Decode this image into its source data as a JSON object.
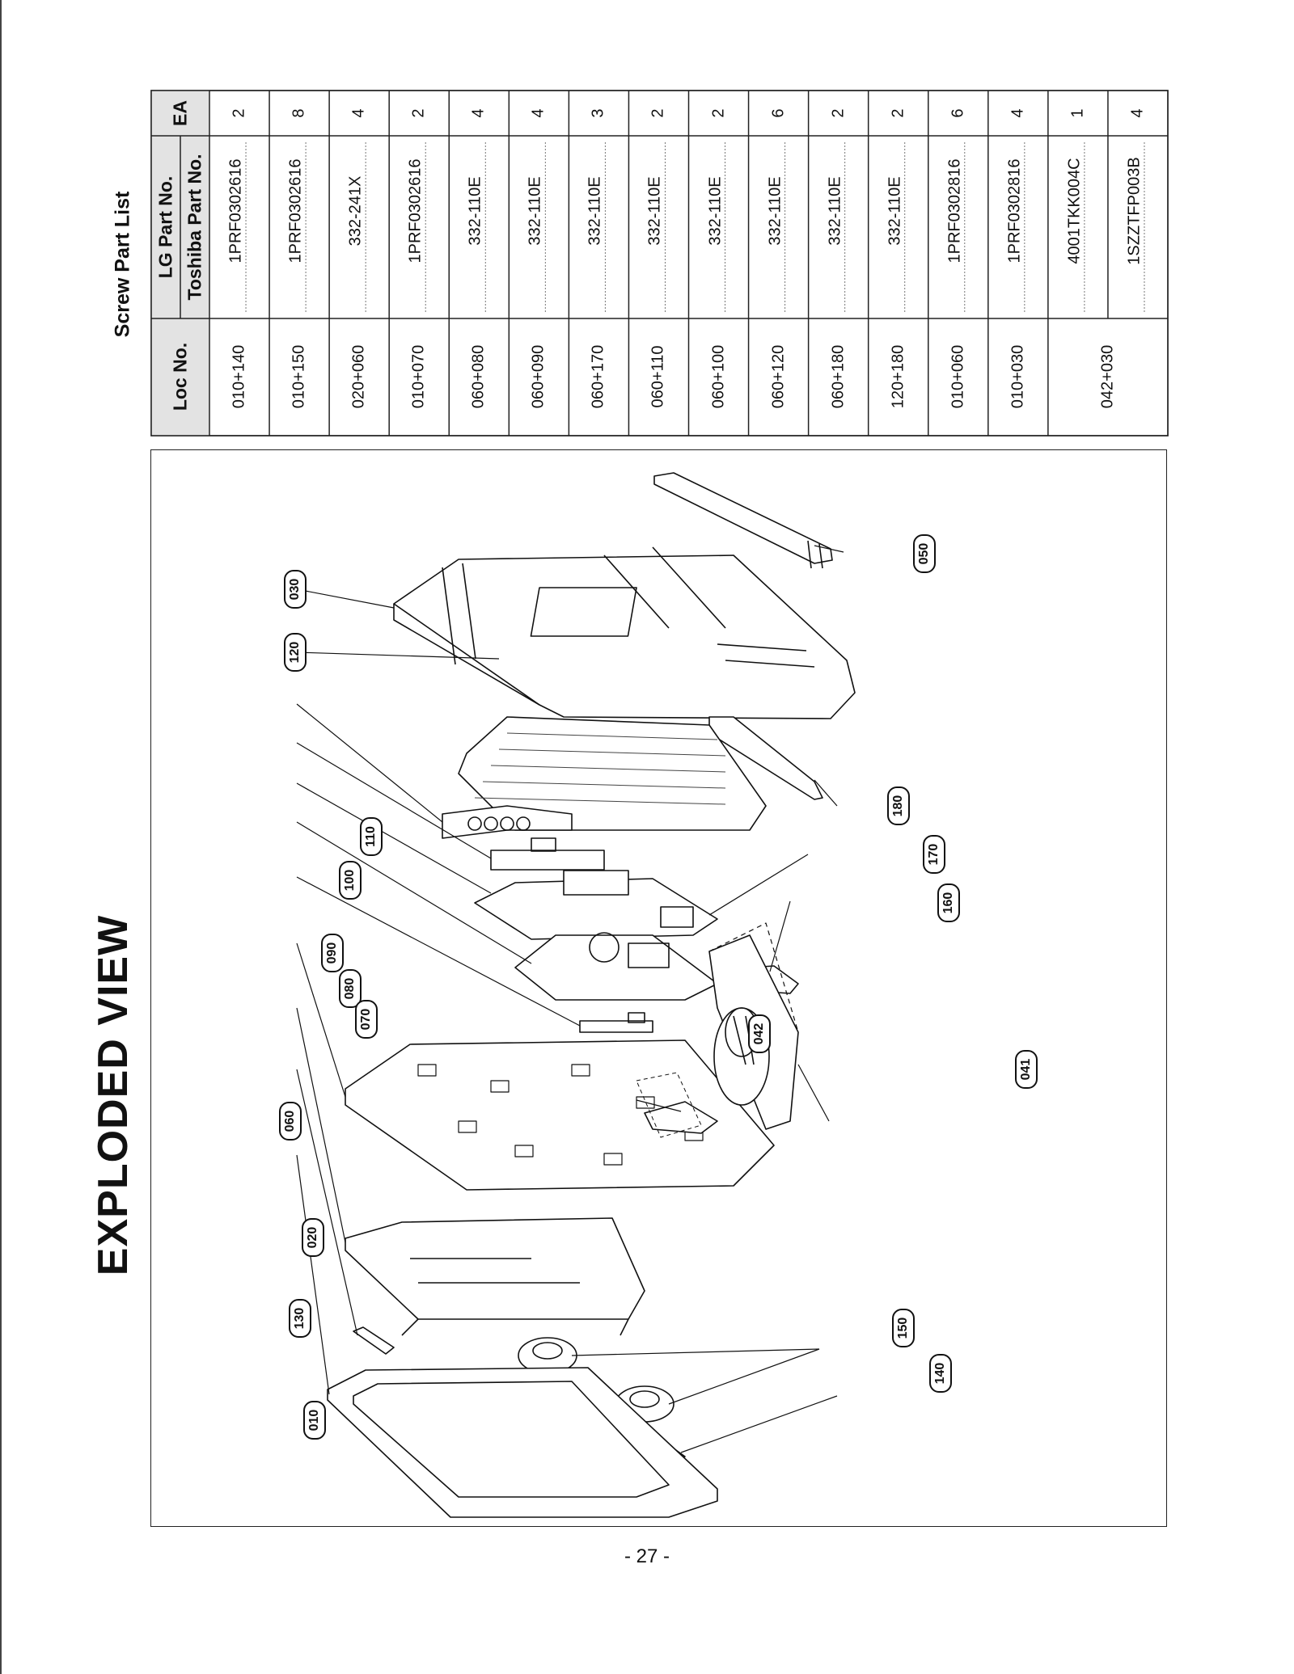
{
  "page_title": "EXPLODED VIEW",
  "screw_list": {
    "title": "Screw Part List",
    "headers": {
      "loc": "Loc No.",
      "lg": "LG Part No.",
      "toshiba": "Toshiba Part No.",
      "ea": "EA"
    },
    "rows": [
      {
        "loc": "010+140",
        "part": "1PRF0302616",
        "ea": "2"
      },
      {
        "loc": "010+150",
        "part": "1PRF0302616",
        "ea": "8"
      },
      {
        "loc": "020+060",
        "part": "332-241X",
        "ea": "4"
      },
      {
        "loc": "010+070",
        "part": "1PRF0302616",
        "ea": "2"
      },
      {
        "loc": "060+080",
        "part": "332-110E",
        "ea": "4"
      },
      {
        "loc": "060+090",
        "part": "332-110E",
        "ea": "4"
      },
      {
        "loc": "060+170",
        "part": "332-110E",
        "ea": "3"
      },
      {
        "loc": "060+110",
        "part": "332-110E",
        "ea": "2"
      },
      {
        "loc": "060+100",
        "part": "332-110E",
        "ea": "2"
      },
      {
        "loc": "060+120",
        "part": "332-110E",
        "ea": "6"
      },
      {
        "loc": "060+180",
        "part": "332-110E",
        "ea": "2"
      },
      {
        "loc": "120+180",
        "part": "332-110E",
        "ea": "2"
      },
      {
        "loc": "010+060",
        "part": "1PRF0302816",
        "ea": "6"
      },
      {
        "loc": "010+030",
        "part": "1PRF0302816",
        "ea": "4"
      },
      {
        "loc": "042+030",
        "part": "4001TKK004C",
        "ea": "1"
      },
      {
        "loc": "",
        "part": "1SZZTFP003B",
        "ea": "4"
      }
    ]
  },
  "callouts": [
    "030",
    "050",
    "120",
    "180",
    "110",
    "100",
    "170",
    "160",
    "090",
    "080",
    "070",
    "042",
    "041",
    "060",
    "020",
    "130",
    "150",
    "140",
    "010"
  ],
  "page_number": "- 27 -"
}
